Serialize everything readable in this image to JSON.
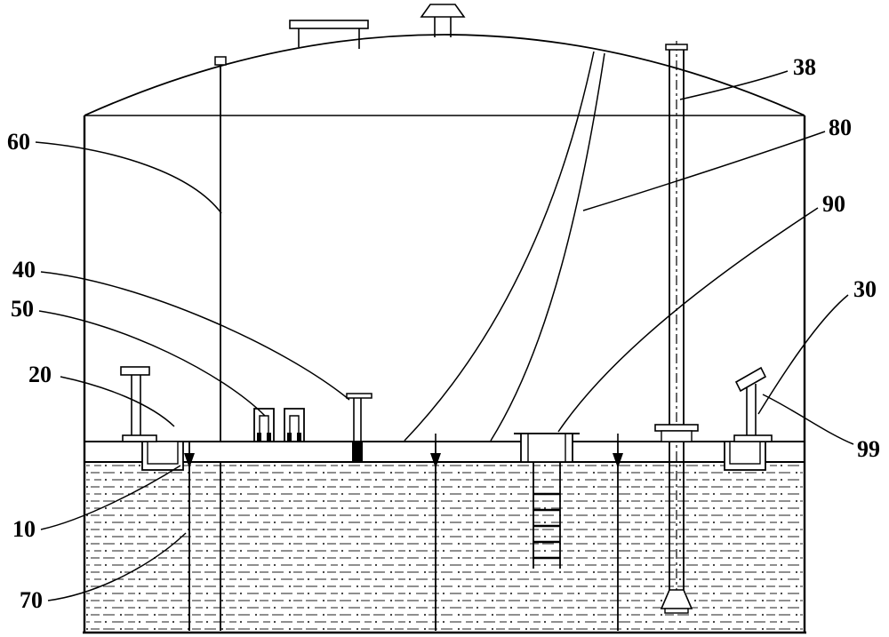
{
  "diagram": {
    "background_color": "#ffffff",
    "line_color": "#000000",
    "labels": [
      {
        "id": "60",
        "text": "60"
      },
      {
        "id": "40",
        "text": "40"
      },
      {
        "id": "50",
        "text": "50"
      },
      {
        "id": "20",
        "text": "20"
      },
      {
        "id": "10",
        "text": "10"
      },
      {
        "id": "70",
        "text": "70"
      },
      {
        "id": "38",
        "text": "38"
      },
      {
        "id": "80",
        "text": "80"
      },
      {
        "id": "90",
        "text": "90"
      },
      {
        "id": "30",
        "text": "30"
      },
      {
        "id": "99",
        "text": "99"
      }
    ]
  }
}
